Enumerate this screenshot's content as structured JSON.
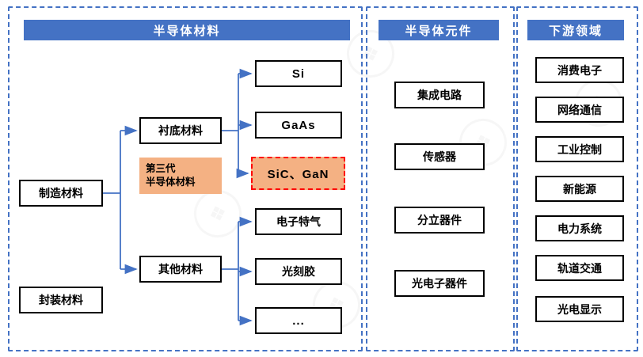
{
  "colors": {
    "header_blue": "#4472C4",
    "arrow_blue": "#4472C4",
    "panel_border_blue": "#4472C4",
    "highlight_orange": "#F4B183",
    "highlight_border_red": "#FF0000",
    "box_border": "#000000"
  },
  "materials_panel": {
    "header": "半导体材料",
    "manufacturing": "制造材料",
    "packaging": "封装材料",
    "substrate": "衬底材料",
    "third_gen": "第三代\n半导体材料",
    "other": "其他材料",
    "substrate_children": [
      "Si",
      "GaAs",
      "SiC、GaN"
    ],
    "other_children": [
      "电子特气",
      "光刻胶",
      "..."
    ]
  },
  "components_panel": {
    "header": "半导体元件",
    "items": [
      "集成电路",
      "传感器",
      "分立器件",
      "光电子器件"
    ]
  },
  "downstream_panel": {
    "header": "下游领域",
    "items": [
      "消费电子",
      "网络通信",
      "工业控制",
      "新能源",
      "电力系统",
      "轨道交通",
      "光电显示"
    ]
  }
}
